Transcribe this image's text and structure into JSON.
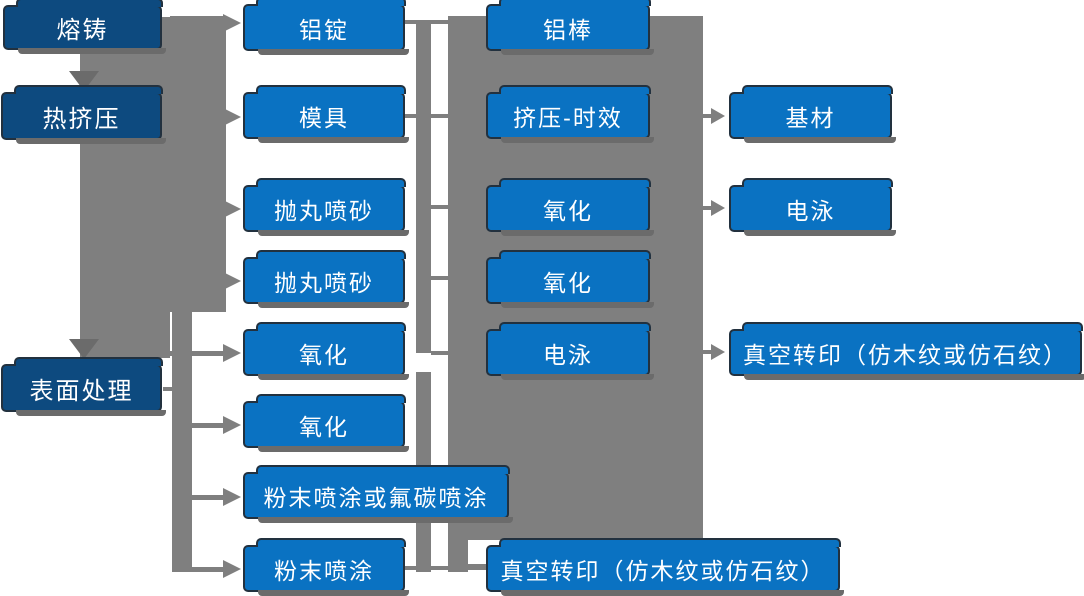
{
  "colors": {
    "background": "#FFFFFF",
    "stage_fill": "#0D4A7F",
    "node_fill": "#0A72C2",
    "node_border": "#22313F",
    "connector_gray": "#7F7F7F",
    "shadow_gray": "#6B6B6B",
    "text": "#FFFFFF"
  },
  "columns": {
    "stage": [
      "熔铸",
      "热挤压",
      "表面处理"
    ],
    "prep": [
      "铝锭",
      "模具",
      "抛丸喷砂",
      "抛丸喷砂",
      "氧化",
      "氧化",
      "粉末喷涂或氟碳喷涂",
      "粉末喷涂"
    ],
    "process": [
      "铝棒",
      "挤压-时效",
      "氧化",
      "氧化",
      "电泳",
      "真空转印（仿木纹或仿石纹）"
    ],
    "output": [
      "基材",
      "电泳",
      "真空转印（仿木纹或仿石纹）"
    ]
  }
}
